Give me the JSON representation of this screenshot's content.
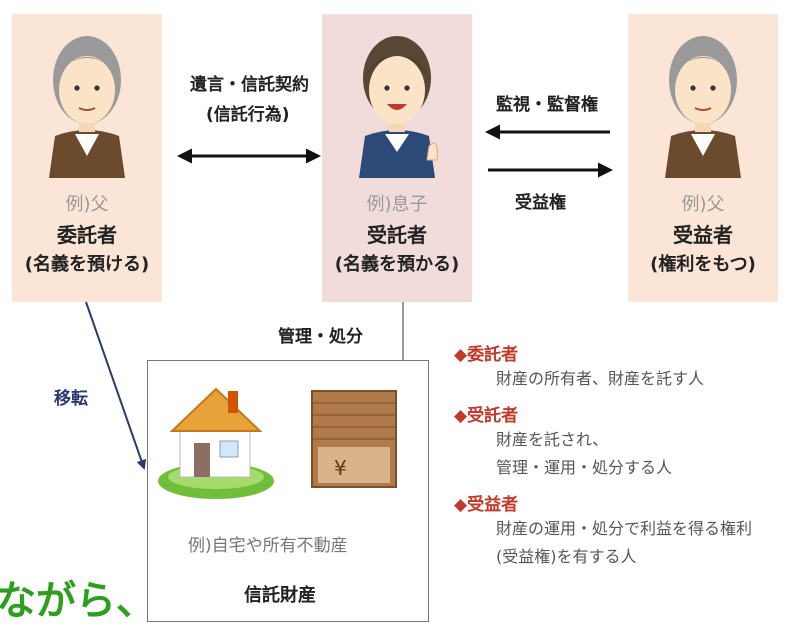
{
  "panels": {
    "settlor": {
      "example": "例)父",
      "role": "委託者",
      "paren": "(名義を預ける)"
    },
    "trustee": {
      "example": "例)息子",
      "role": "受託者",
      "paren": "(名義を預かる)"
    },
    "beneficiary": {
      "example": "例)父",
      "role": "受益者",
      "paren": "(権利をもつ)"
    }
  },
  "arrows": {
    "will_contract_line1": "遺言・信託契約",
    "will_contract_line2": "(信託行為)",
    "oversight": "監視・監督権",
    "beneficial_right": "受益権",
    "manage_dispose": "管理・処分",
    "transfer": "移転"
  },
  "property": {
    "example": "例)自宅や所有不動産",
    "title": "信託財産"
  },
  "legend": [
    {
      "head": "◆委託者",
      "lines": [
        "財産の所有者、財産を託す人"
      ]
    },
    {
      "head": "◆受託者",
      "lines": [
        "財産を託され、",
        "管理・運用・処分する人"
      ]
    },
    {
      "head": "◆受益者",
      "lines": [
        "財産の運用・処分で利益を得る権利",
        "(受益権)を有する人"
      ]
    }
  ],
  "fragment_text": "ながら、",
  "colors": {
    "panel_peach": "#fbe5d6",
    "panel_pink": "#f2dcdb",
    "legend_red": "#c0392b",
    "transfer_blue": "#2b3a6e",
    "fragment_green": "#2e9e1f"
  }
}
